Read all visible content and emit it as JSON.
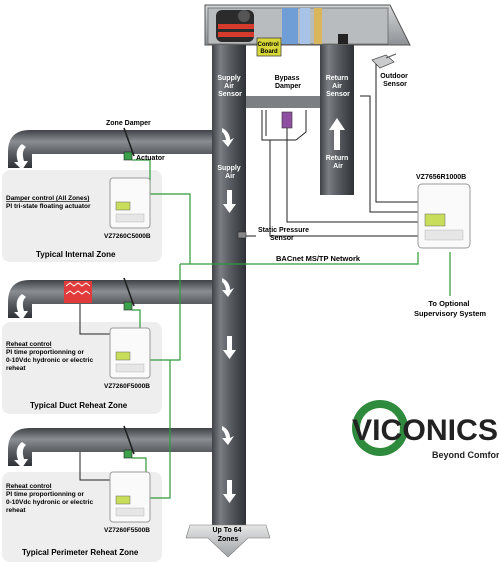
{
  "labels": {
    "control_board": [
      "Control",
      "Board"
    ],
    "supply_air_sensor": [
      "Supply",
      "Air",
      "Sensor"
    ],
    "bypass_damper": [
      "Bypass",
      "Damper"
    ],
    "return_air_sensor": [
      "Return",
      "Air",
      "Sensor"
    ],
    "outdoor_sensor": [
      "Outdoor",
      "Sensor"
    ],
    "zone_damper": "Zone Damper",
    "actuator": "Actuator",
    "supply_air": [
      "Supply",
      "Air"
    ],
    "return_air": [
      "Return",
      "Air"
    ],
    "static_pressure_sensor": [
      "Static Pressure",
      "Sensor"
    ],
    "bacnet_network": "BACnet MS/TP Network",
    "supervisory": [
      "To Optional",
      "Supervisory System"
    ],
    "up_to_zones": [
      "Up To 64",
      "Zones"
    ]
  },
  "zones": [
    {
      "title": "Typical Internal Zone",
      "control_heading": "Damper control (All Zones)",
      "control_lines": [
        "PI tri-state floating actuator"
      ],
      "model": "VZ7260C5000B"
    },
    {
      "title": "Typical Duct Reheat Zone",
      "control_heading": "Reheat control",
      "control_lines": [
        "PI time proportionning or",
        "0-10Vdc hydronic or electric",
        "reheat"
      ],
      "model": "VZ7260F5000B"
    },
    {
      "title": "Typical Perimeter Reheat Zone",
      "control_heading": "Reheat control",
      "control_lines": [
        "PI time proportionning or",
        "0-10Vdc hydronic or electric",
        "reheat"
      ],
      "model": "VZ7260F5500B"
    }
  ],
  "main_controller": {
    "model": "VZ7656R1000B"
  },
  "logo": {
    "name": "VICONICS",
    "tagline": "Beyond Comfort"
  },
  "colors": {
    "network_green": "#2e9a3a",
    "duct": "#5a5e63",
    "logo_green": "#2e8b3e"
  }
}
